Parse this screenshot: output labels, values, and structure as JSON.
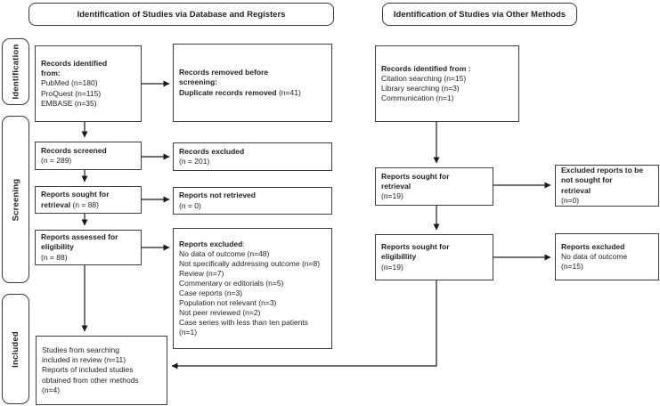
{
  "headers": {
    "database": "Identification of Studies via Database and Registers",
    "other": "Identification of Studies via Other Methods"
  },
  "sidebar": {
    "identification": "Identification",
    "screening": "Screening",
    "included": "Included"
  },
  "boxes": {
    "records_identified_db": {
      "title": "Records identified\nfrom:",
      "body": "PubMed (n=180)\nProQuest (n=115)\nEMBASE (n=35)"
    },
    "records_removed": {
      "title": "Records removed before\nscreening:",
      "bold2": "Duplicate records removed",
      "tail": " (n=41)"
    },
    "records_screened": {
      "title": "Records screened",
      "body": "(n = 289)"
    },
    "records_excluded": {
      "title": "Records excluded",
      "body": "(n = 201)"
    },
    "reports_sought_db": {
      "title": "Reports sought for\nretrieval",
      "tail": " (n = 88)"
    },
    "reports_not_retrieved": {
      "title": "Reports not retrieved",
      "body": "(n = 0)"
    },
    "reports_assessed": {
      "title": "Reports assessed for\neligibility",
      "body": "(n = 88)"
    },
    "reports_excluded_db": {
      "title": "Reports excluded",
      "colon": ":",
      "body": "No data of outcome (n=48)\nNot specifically addressing outcome (n=8)\nReview (n=7)\nCommentary or editorials (n=5)\nCase reports (n=3)\nPopulation not relevant (n=3)\nNot peer reviewed (n=2)\nCase series with less than ten patients (n=1)"
    },
    "included_studies": {
      "body": "Studies from searching\nincluded in review (n=11)\nReports of included studies\nobtained from other methods\n(n=4)"
    },
    "records_identified_other": {
      "title": "Records identified from :",
      "body": "Citation searching (n=15)\nLibrary searching (n=3)\nCommunication (n=1)"
    },
    "reports_sought_other": {
      "title": "Reports sought for\nretrieval",
      "body": "(n=19)"
    },
    "reports_eligibility_other": {
      "title": "Reports sought for\neligibillity",
      "body": "(n=19)"
    },
    "excluded_not_sought": {
      "title": "Excluded reports to be\nnot sought for\nretrieval",
      "body": "(n=0)"
    },
    "reports_excluded_other": {
      "title": "Reports excluded",
      "body": "No data of outcome\n(n=15)"
    }
  },
  "colors": {
    "border": "#3f3f3f",
    "text": "#1f1f1f",
    "arrow": "#1a1a1a",
    "background": "#ffffff"
  }
}
